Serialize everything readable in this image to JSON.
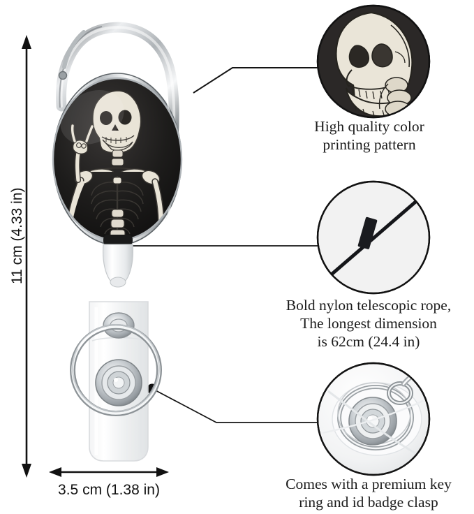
{
  "product": {
    "name": "Retractable badge reel carabiner with skeleton print",
    "title": "Skeleton Rock-On Retractable Badge Reel Product Infographic",
    "body_color": "#cfd2d5",
    "print_bg_color": "#1b1a1a",
    "bone_color": "#e9e4d7"
  },
  "dimensions": {
    "vertical": "11 cm (4.33 in)",
    "horizontal": "3.5 cm (1.38 in)"
  },
  "callouts": [
    {
      "id": "printing",
      "caption_lines": [
        "High quality color",
        "printing pattern"
      ],
      "detail_icon": "skull-profile-icon",
      "circle_fill": "#2b2827",
      "circle_stroke": "#121212"
    },
    {
      "id": "rope",
      "caption_lines": [
        "Bold nylon telescopic rope,",
        "The longest dimension",
        "is 62cm (24.4 in)"
      ],
      "detail_icon": "nylon-cord-icon",
      "circle_fill": "#f2f2f2",
      "circle_stroke": "#111111"
    },
    {
      "id": "keyring",
      "caption_lines": [
        "Comes with a premium key",
        "ring and id badge clasp"
      ],
      "detail_icon": "key-ring-snap-icon",
      "circle_fill": "#f4f4f4",
      "circle_stroke": "#141414"
    }
  ],
  "features": {
    "rope_length": "62cm (24.4 in)",
    "has_key_ring": "yes",
    "has_id_badge_clasp": "yes"
  }
}
